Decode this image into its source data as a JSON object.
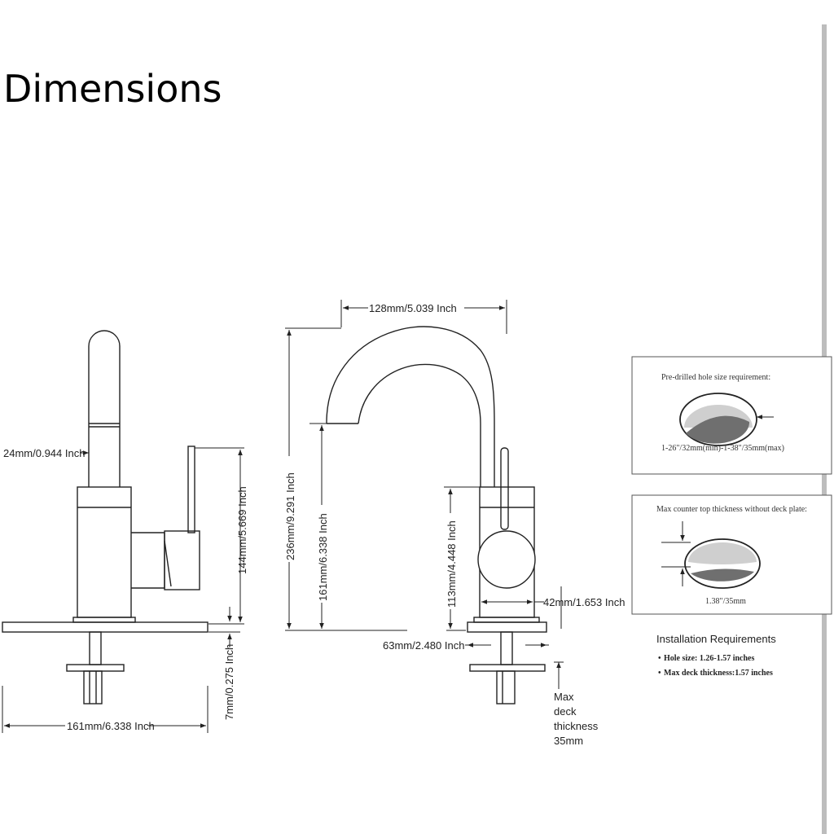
{
  "title": "Dimensions",
  "side_view": {
    "handle_width": "24mm/0.944 Inch",
    "handle_height": "144mm/5.669 Inch",
    "deck_gap": "7mm/0.275 Inch",
    "plate_width": "161mm/6.338 Inch"
  },
  "front_view": {
    "reach": "128mm/5.039 Inch",
    "total_height": "236mm/9.291 Inch",
    "spout_height": "161mm/6.338 Inch",
    "body_height": "113mm/4.448 Inch",
    "body_diameter": "42mm/1.653 Inch",
    "base_diameter": "63mm/2.480 Inch",
    "max_deck": [
      "Max",
      "deck",
      "thickness",
      "35mm"
    ]
  },
  "hole_box": {
    "title": "Pre-drilled hole size requirement:",
    "caption": "1-26\"/32mm(min)-1-38\"/35mm(max)"
  },
  "counter_box": {
    "title": "Max counter top thickness without deck plate:",
    "caption": "1.38\"/35mm"
  },
  "installation": {
    "title": "Installation Requirements",
    "items": [
      "Hole size: 1.26-1.57 inches",
      "Max deck thickness:1.57 inches"
    ]
  }
}
